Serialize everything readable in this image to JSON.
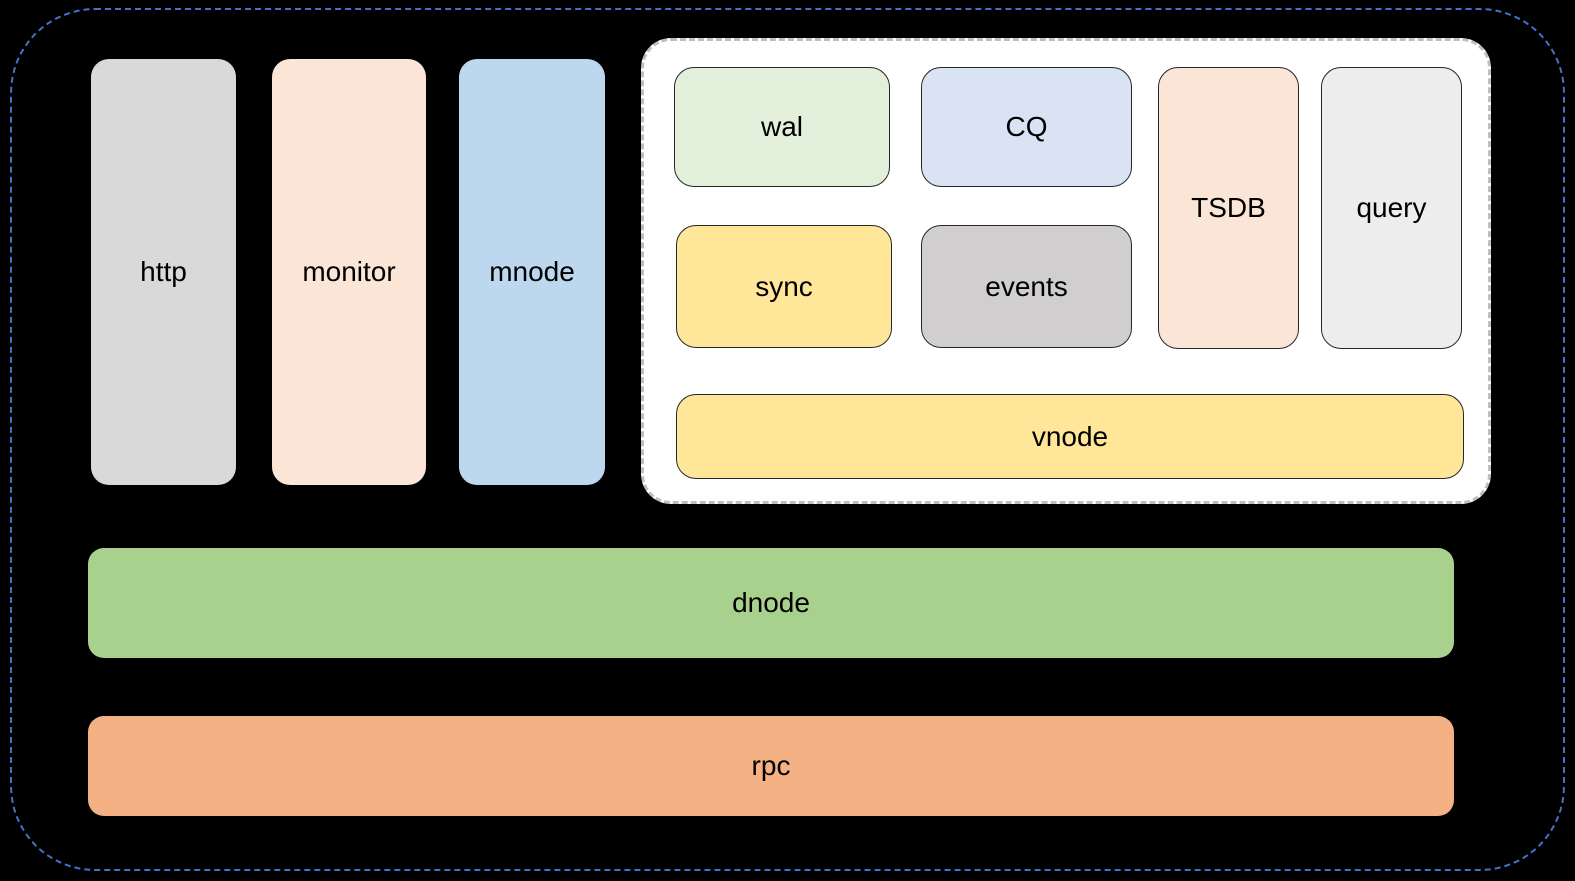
{
  "diagram": {
    "title": "architecture-diagram",
    "accent_border_color": "#4472c4",
    "columns": {
      "http": {
        "label": "http",
        "color": "#d9d9d9"
      },
      "monitor": {
        "label": "monitor",
        "color": "#fbe5d6"
      },
      "mnode": {
        "label": "mnode",
        "color": "#bdd7ee"
      }
    },
    "vnode_group": {
      "wal": {
        "label": "wal",
        "color": "#e2efda"
      },
      "cq": {
        "label": "CQ",
        "color": "#dae3f3"
      },
      "sync": {
        "label": "sync",
        "color": "#ffe699"
      },
      "events": {
        "label": "events",
        "color": "#d0cece"
      },
      "tsdb": {
        "label": "TSDB",
        "color": "#fbe5d6"
      },
      "query": {
        "label": "query",
        "color": "#ededed"
      },
      "vnode": {
        "label": "vnode",
        "color": "#ffe699"
      }
    },
    "layers": {
      "dnode": {
        "label": "dnode",
        "color": "#a9d18e"
      },
      "rpc": {
        "label": "rpc",
        "color": "#f4b183"
      }
    }
  }
}
